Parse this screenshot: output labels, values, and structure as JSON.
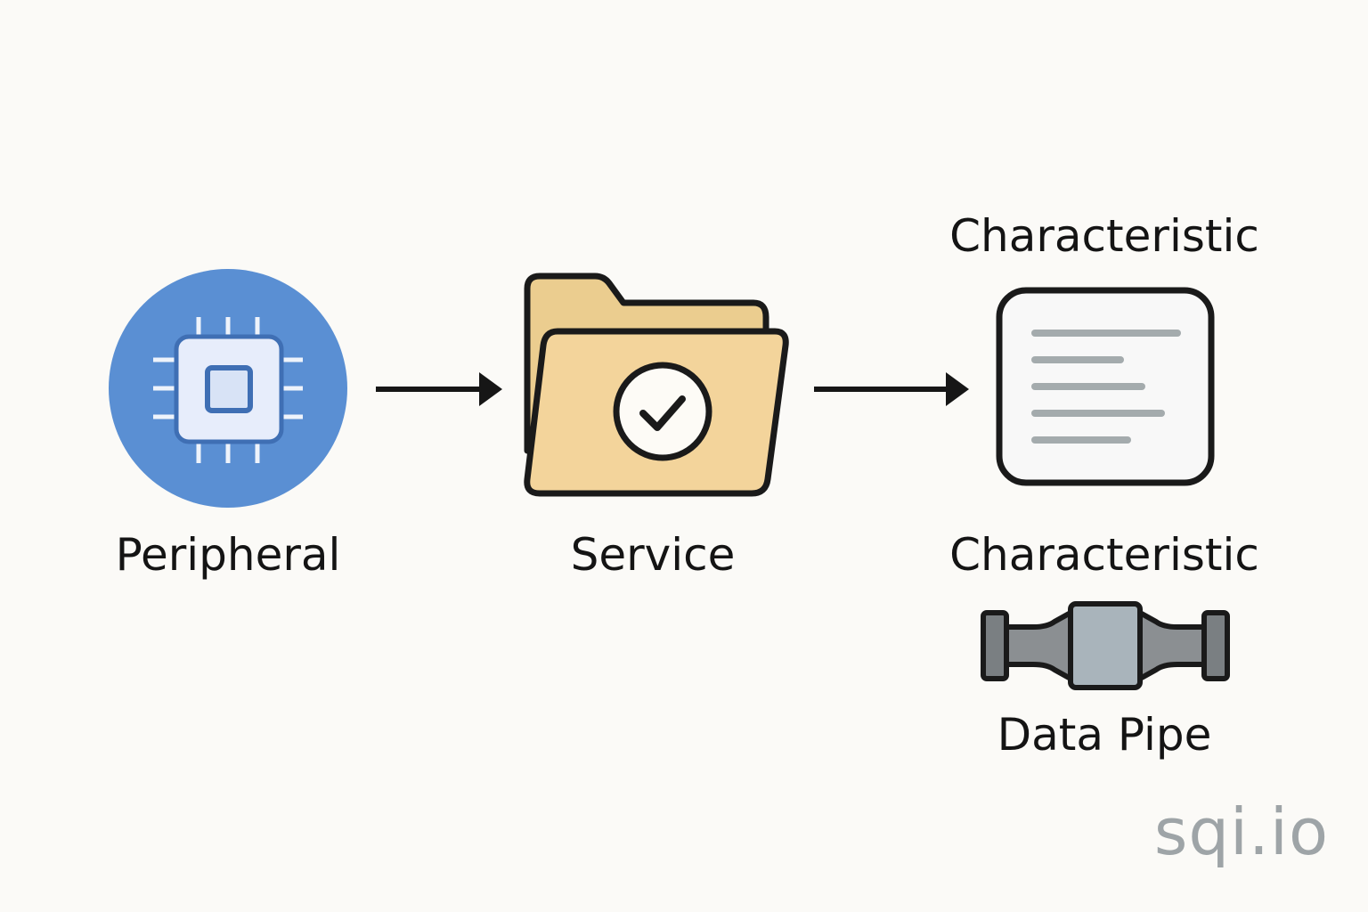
{
  "nodes": {
    "peripheral": {
      "label": "Peripheral",
      "icon": "chip-icon",
      "color": "#5a8fd3"
    },
    "service": {
      "label": "Service",
      "icon": "folder-check-icon",
      "color": "#f3d49b"
    },
    "characteristic": {
      "top_label": "Characteristic",
      "label": "Characteristic",
      "icon": "document-lines-icon"
    },
    "data_pipe": {
      "label": "Data Pipe",
      "icon": "pipe-icon"
    }
  },
  "edges": [
    {
      "from": "peripheral",
      "to": "service",
      "style": "arrow"
    },
    {
      "from": "service",
      "to": "characteristic",
      "style": "arrow"
    }
  ],
  "watermark": "sqi.io"
}
